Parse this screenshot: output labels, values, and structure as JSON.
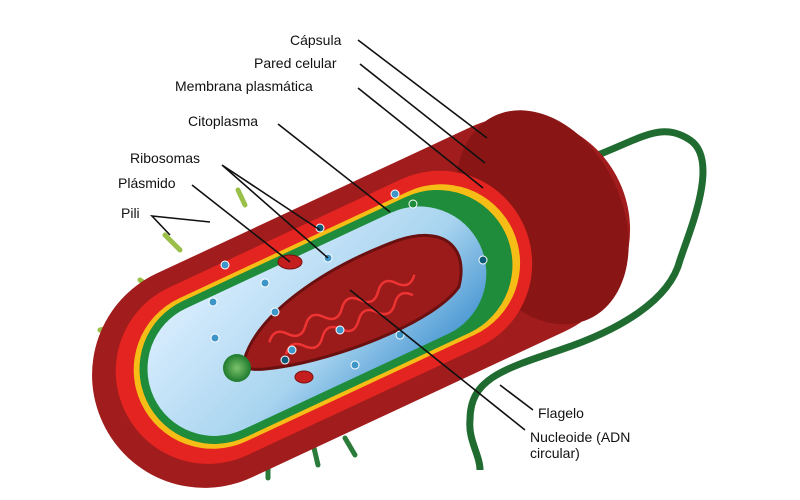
{
  "diagram": {
    "labels": {
      "capsula": "Cápsula",
      "pared": "Pared celular",
      "membrana": "Membrana plasmática",
      "citoplasma": "Citoplasma",
      "ribosomas": "Ribosomas",
      "plasmido": "Plásmido",
      "pili": "Pili",
      "flagelo": "Flagelo",
      "nucleoide_1": "Nucleoide (ADN",
      "nucleoide_2": "circular)"
    },
    "colors": {
      "capsule": "#a11c1c",
      "wall": "#e42421",
      "yellow_layer": "#f6bd16",
      "membrane": "#1e8c3a",
      "cytoplasm": "#a8d4ef",
      "nucleoid": "#9b1a1a",
      "pili": "#2a7a3a",
      "flagellum": "#1f6b30"
    }
  }
}
